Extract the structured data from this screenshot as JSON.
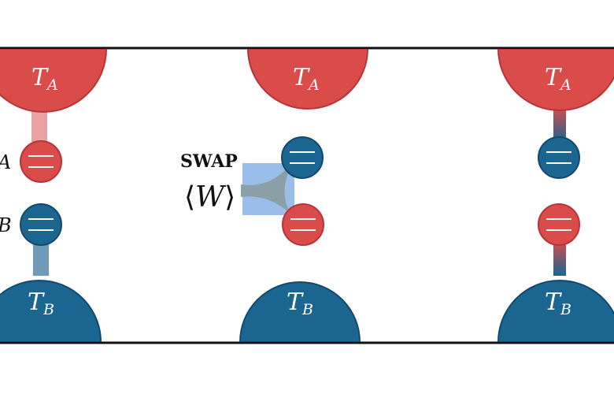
{
  "colors": {
    "red": "#d94c4a",
    "red_stroke": "#b8343a",
    "blue": "#1b6591",
    "blue_stroke": "#124a6e",
    "gate_fill": "#8fb6e8",
    "gate_shape": "#8a9fa8",
    "frame": "#111111"
  },
  "panels": [
    {
      "reservoir_top": {
        "symbol": "T",
        "sub": "A"
      },
      "reservoir_bottom": {
        "symbol": "T",
        "sub": "B"
      },
      "qubit_top_label": "A",
      "qubit_bottom_label": "B"
    },
    {
      "reservoir_top": {
        "symbol": "T",
        "sub": "A"
      },
      "reservoir_bottom": {
        "symbol": "T",
        "sub": "B"
      },
      "gate_label": "SWAP",
      "work_label": {
        "open": "⟨",
        "symbol": "W",
        "close": "⟩"
      }
    },
    {
      "reservoir_top": {
        "symbol": "T",
        "sub": "A"
      },
      "reservoir_bottom": {
        "symbol": "T",
        "sub": "B"
      }
    }
  ]
}
